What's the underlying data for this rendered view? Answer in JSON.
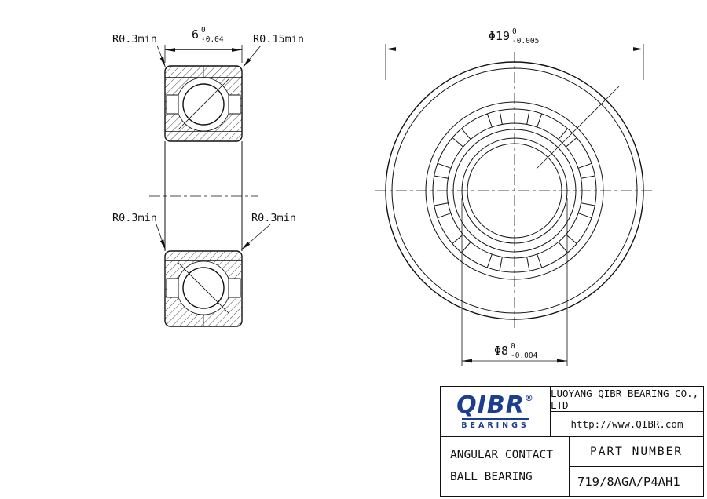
{
  "drawing": {
    "dims": {
      "width": {
        "value": "6",
        "upper": "0",
        "lower": "-0.04"
      },
      "outer_dia": {
        "value": "Φ19",
        "upper": "0",
        "lower": "-0.005"
      },
      "bore_dia": {
        "value": "Φ8",
        "upper": "0",
        "lower": "-0.004"
      }
    },
    "annotations": {
      "r03_top_left": "R0.3min",
      "r015_top_right": "R0.15min",
      "r03_mid_left": "R0.3min",
      "r03_mid_right": "R0.3min"
    }
  },
  "title_block": {
    "logo": {
      "name": "QIBR",
      "registered": "®",
      "sub": "BEARINGS"
    },
    "company": "LUOYANG QIBR BEARING CO., LTD",
    "website": "http://www.QIBR.com",
    "product_line1": "ANGULAR CONTACT",
    "product_line2": "BALL BEARING",
    "part_label": "PART NUMBER",
    "part_number": "719/8AGA/P4AH1"
  },
  "colors": {
    "line": "#111111",
    "logo_blue": "#1c3e8e",
    "background": "#ffffff"
  }
}
